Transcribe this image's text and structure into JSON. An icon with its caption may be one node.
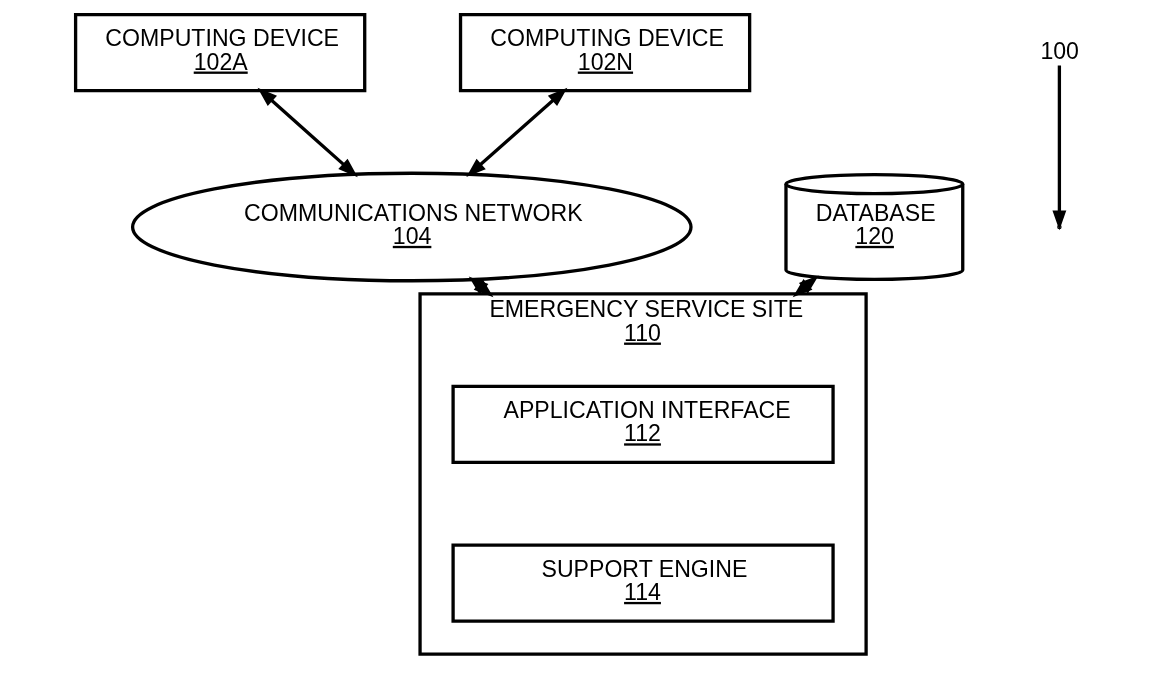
{
  "diagram": {
    "nodes": [
      {
        "text": [
          "COMPUTING DEVICE",
          "102A"
        ]
      },
      {
        "text": [
          "COMPUTING DEVICE",
          "102N"
        ]
      },
      {
        "text": [
          "COMMUNICATIONS NETWORK",
          "104"
        ]
      },
      {
        "text": [
          "EMERGENCY SERVICE SITE",
          "110"
        ]
      },
      {
        "text": [
          "APPLICATION INTERFACE",
          "112"
        ],
        "in": 3
      },
      {
        "text": [
          "SUPPORT ENGINE",
          "114"
        ],
        "in": 3
      },
      {
        "text": [
          "DATABASE",
          "120"
        ]
      },
      {
        "text": [
          "100"
        ]
      }
    ],
    "edges": [
      {
        "from": 0,
        "to": 2,
        "arrow": "both"
      },
      {
        "from": 1,
        "to": 2,
        "arrow": "both"
      },
      {
        "from": 2,
        "to": 3,
        "arrow": "both"
      },
      {
        "from": 6,
        "to": 3,
        "arrow": "both"
      },
      {
        "from": 7,
        "to": null,
        "arrow": "to"
      }
    ]
  }
}
